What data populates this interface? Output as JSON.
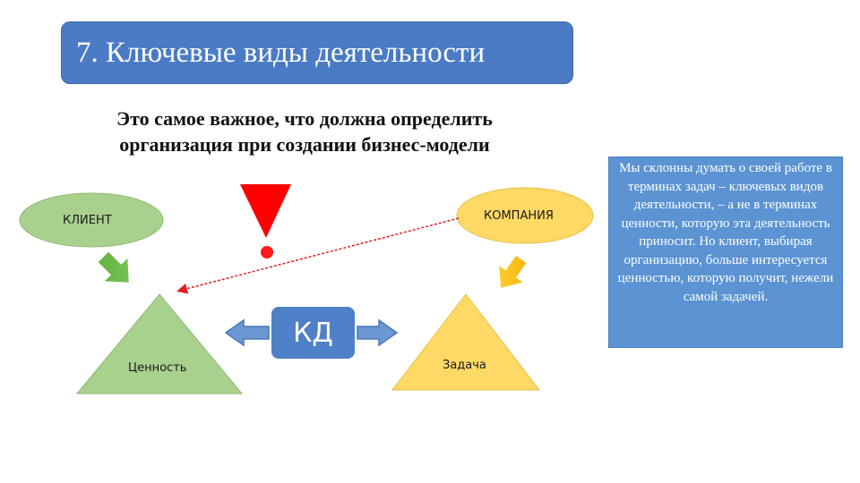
{
  "title": "7. Ключевые виды деятельности",
  "subtitle": {
    "line1": "Это самое важное, что должна определить",
    "line2": "организация при создании бизнес-модели"
  },
  "note": "Мы склонны думать о своей работе в терминах задач – ключевых видов деятельности, – а не в терминах ценности, которую эта деятельность приносит. Но клиент, выбирая организацию, больше интересуется ценностью, которую получит, нежели самой задачей.",
  "diagram": {
    "client_label": "КЛИЕНТ",
    "company_label": "КОМПАНИЯ",
    "value_label": "Ценность",
    "task_label": "Задача",
    "kd_label": "КД"
  },
  "colors": {
    "title_bg": "#4a7bc4",
    "note_bg": "#5b93d3",
    "client_fill": "#a9d18e",
    "value_fill": "#a9d18e",
    "company_fill": "#ffd966",
    "task_fill": "#ffd966",
    "warning_red": "#ff0000",
    "kd_bg": "#4f80c8"
  }
}
